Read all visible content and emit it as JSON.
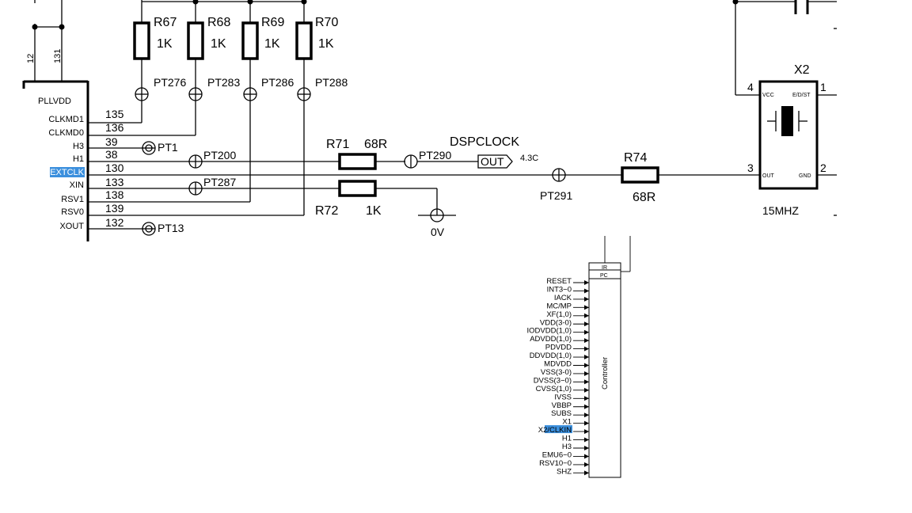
{
  "ic": {
    "power_label": "PLLVDD",
    "top_pins": [
      "12",
      "131"
    ],
    "pins": [
      {
        "name": "CLKMD1",
        "num": "135"
      },
      {
        "name": "CLKMD0",
        "num": "136"
      },
      {
        "name": "H3",
        "num": "39"
      },
      {
        "name": "H1",
        "num": "38"
      },
      {
        "name": "EXTCLK",
        "num": "130"
      },
      {
        "name": "XIN",
        "num": "133"
      },
      {
        "name": "RSV1",
        "num": "138"
      },
      {
        "name": "RSV0",
        "num": "139"
      },
      {
        "name": "XOUT",
        "num": "132"
      }
    ]
  },
  "resistors": [
    {
      "ref": "R67",
      "value": "1K"
    },
    {
      "ref": "R68",
      "value": "1K"
    },
    {
      "ref": "R69",
      "value": "1K"
    },
    {
      "ref": "R70",
      "value": "1K"
    },
    {
      "ref": "R71",
      "value": "68R"
    },
    {
      "ref": "R72",
      "value": "1K"
    },
    {
      "ref": "R74",
      "value": "68R"
    }
  ],
  "testpoints": [
    "PT276",
    "PT283",
    "PT286",
    "PT288",
    "PT1",
    "PT200",
    "PT287",
    "PT13",
    "PT290",
    "PT291"
  ],
  "net": {
    "name": "DSPCLOCK",
    "port": "OUT",
    "ref": "4.3C"
  },
  "ground": "0V",
  "crystal": {
    "ref": "X2",
    "freq": "15MHZ",
    "pins": {
      "p1": "1",
      "p2": "2",
      "p3": "3",
      "p4": "4"
    },
    "labels": {
      "vcc": "VCC",
      "ed": "E/D/ST",
      "out": "OUT",
      "gnd": "GND"
    }
  },
  "controller": {
    "title": "Controller",
    "top_boxes": [
      "IR",
      "PC"
    ],
    "signals": [
      "RESET",
      "INT3−0",
      "IACK",
      "MC/MP",
      "XF(1,0)",
      "VDD(3-0)",
      "IODVDD(1,0)",
      "ADVDD(1,0)",
      "PDVDD",
      "DDVDD(1,0)",
      "MDVDD",
      "VSS(3-0)",
      "DVSS(3−0)",
      "CVSS(1,0)",
      "IVSS",
      "VBBP",
      "SUBS",
      "X1",
      "X2/CLKIN",
      "H1",
      "H3",
      "EMU6−0",
      "RSV10−0",
      "SHZ"
    ]
  }
}
